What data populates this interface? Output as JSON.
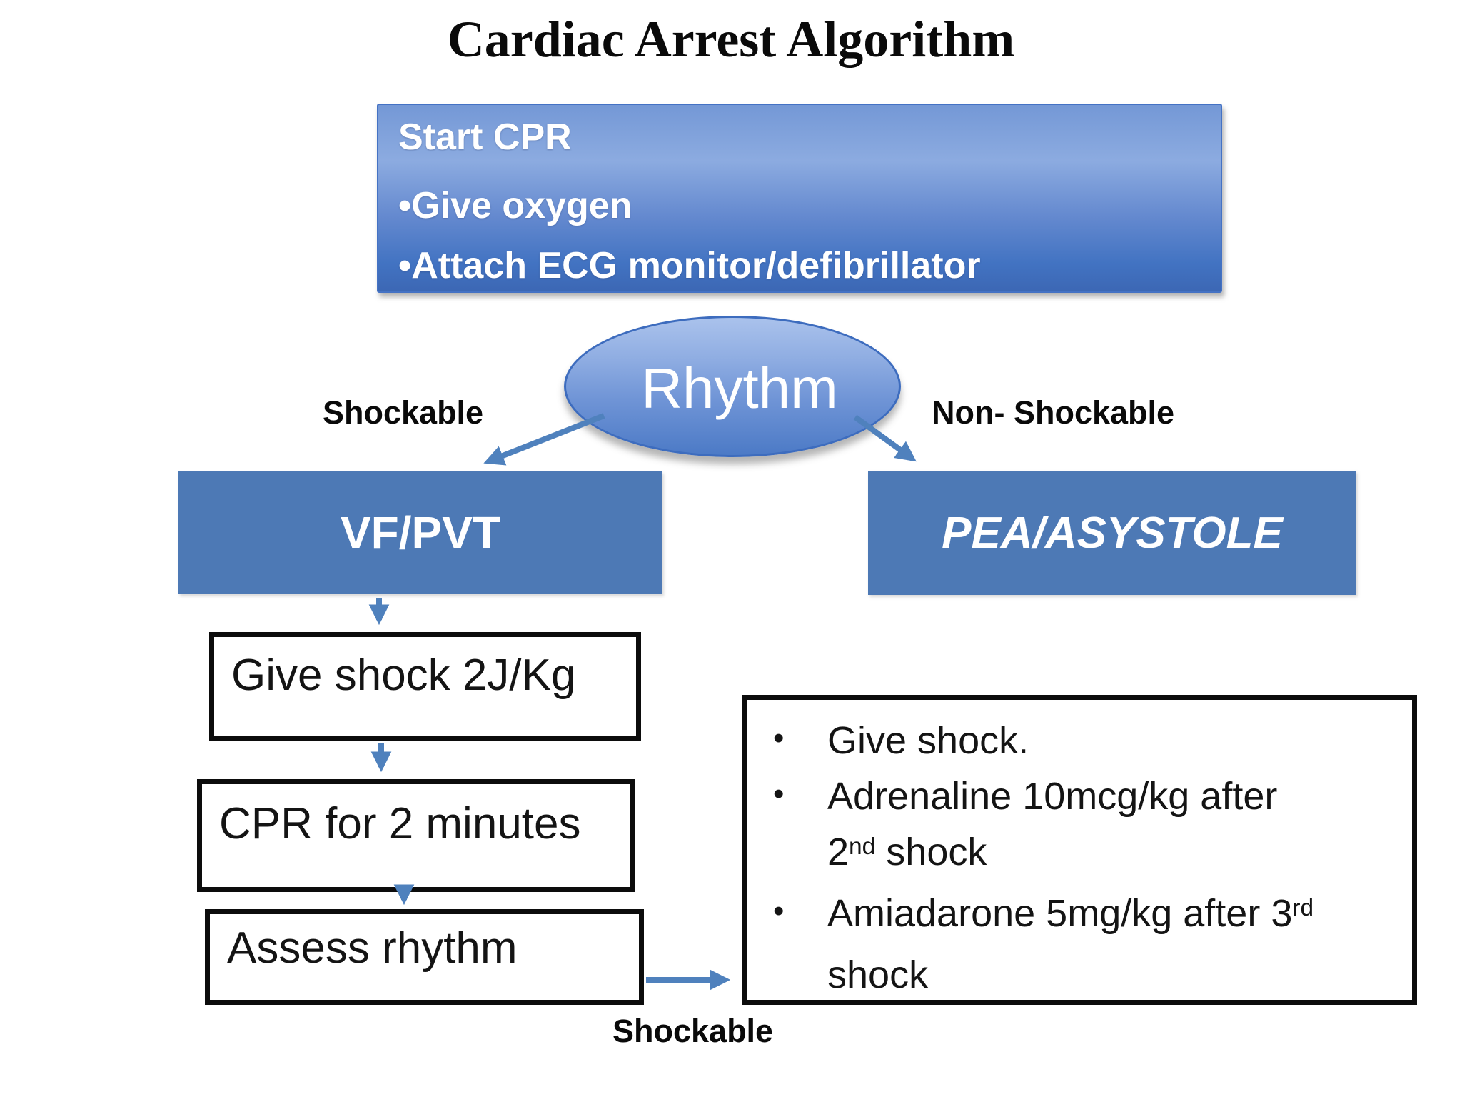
{
  "title": "Cardiac Arrest Algorithm",
  "colors": {
    "node_blue": "#4d79b5",
    "arrow_blue": "#4f81bd",
    "gradient_top": "#8cabe0",
    "gradient_bottom": "#3c67b4",
    "text_on_blue": "#ffffff",
    "outline_black": "#0c0c0c"
  },
  "start_box": {
    "heading": "Start CPR",
    "bullets": [
      "•Give oxygen",
      "•Attach ECG monitor/defibrillator"
    ]
  },
  "decision": {
    "label": "Rhythm"
  },
  "branches": {
    "left_label": "Shockable",
    "right_label": "Non- Shockable"
  },
  "nodes": {
    "vf_pvt": "VF/PVT",
    "pea_asystole": "PEA/ASYSTOLE",
    "give_shock": "Give shock 2J/Kg",
    "cpr": "CPR for 2 minutes",
    "assess": "Assess rhythm"
  },
  "protocol_box": {
    "bullet_char": "•",
    "item1": "Give shock.",
    "item2_line1": "Adrenaline 10mcg/kg after",
    "item2_line2_base": "2",
    "item2_line2_sup": "nd",
    "item2_line2_rest": " shock",
    "item3_line1_base": "Amiadarone 5mg/kg after 3",
    "item3_line1_sup": "rd",
    "item3_line2": "shock"
  },
  "bottom_label": "Shockable"
}
